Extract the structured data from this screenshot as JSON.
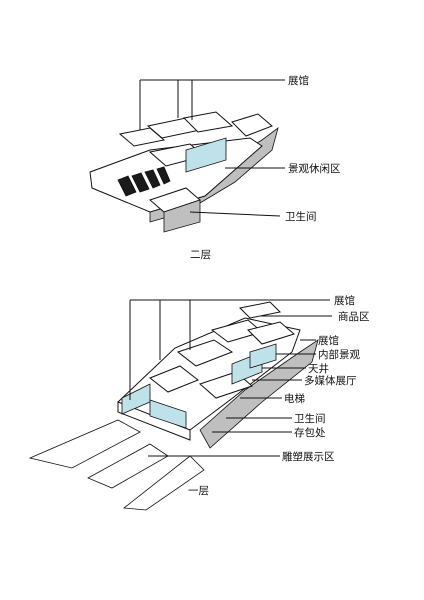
{
  "upper_floor": {
    "caption": "二层",
    "labels": {
      "exhibition_hall": "展馆",
      "scenic_rest_area": "景观休闲区",
      "restroom": "卫生间"
    }
  },
  "ground_floor": {
    "caption": "一层",
    "labels": {
      "exhibition_hall_top": "展馆",
      "shop_area": "商品区",
      "exhibition_hall_right": "展馆",
      "interior_landscape": "内部景观",
      "atrium": "天井",
      "multimedia_hall": "多媒体展厅",
      "elevator": "电梯",
      "restroom": "卫生间",
      "luggage_storage": "存包处",
      "sculpture_area": "雕塑展示区"
    }
  },
  "colors": {
    "line": "#111111",
    "glass": "#bfe2ea",
    "shadow": "#bfbfbf"
  }
}
